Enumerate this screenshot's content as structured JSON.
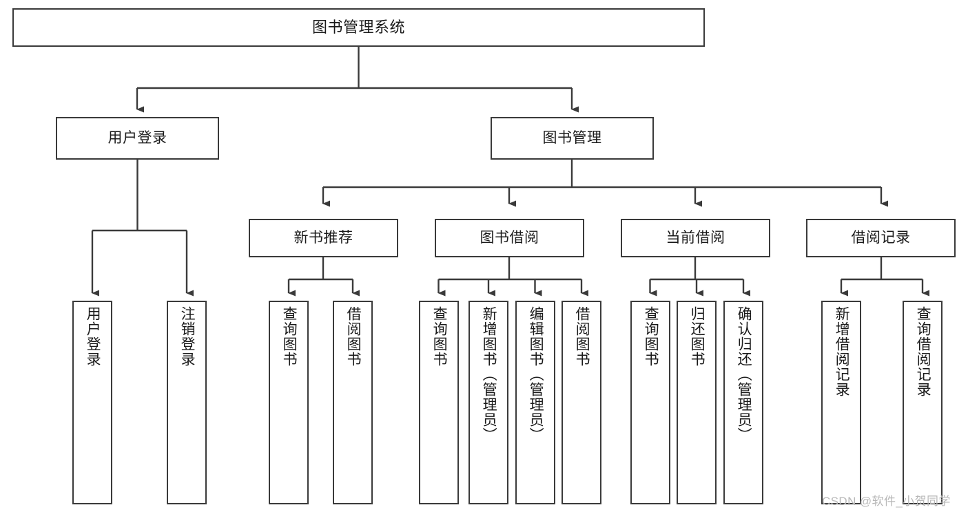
{
  "diagram": {
    "title": "图书管理系统",
    "type": "tree-hierarchy",
    "watermark": "CSDN @软件_小贺同学",
    "colors": {
      "background": "#ffffff",
      "box_border": "#3a3a3a",
      "connector": "#3a3a3a",
      "text": "#1a1a1a",
      "watermark": "#b8b8b8"
    },
    "nodes": {
      "root": {
        "label": "图书管理系统"
      },
      "level1": [
        {
          "label": "用户登录"
        },
        {
          "label": "图书管理"
        }
      ],
      "level2": [
        {
          "label": "新书推荐"
        },
        {
          "label": "图书借阅"
        },
        {
          "label": "当前借阅"
        },
        {
          "label": "借阅记录"
        }
      ],
      "leaves": {
        "user_login": [
          {
            "label": "用户登录"
          },
          {
            "label": "注销登录"
          }
        ],
        "new_book_recommend": [
          {
            "label": "查询图书"
          },
          {
            "label": "借阅图书"
          }
        ],
        "book_borrow": [
          {
            "label": "查询图书"
          },
          {
            "label": "新增图书（管理员）"
          },
          {
            "label": "编辑图书（管理员）"
          },
          {
            "label": "借阅图书"
          }
        ],
        "current_borrow": [
          {
            "label": "查询图书"
          },
          {
            "label": "归还图书"
          },
          {
            "label": "确认归还（管理员）"
          }
        ],
        "borrow_record": [
          {
            "label": "新增借阅记录"
          },
          {
            "label": "查询借阅记录"
          }
        ]
      }
    }
  }
}
